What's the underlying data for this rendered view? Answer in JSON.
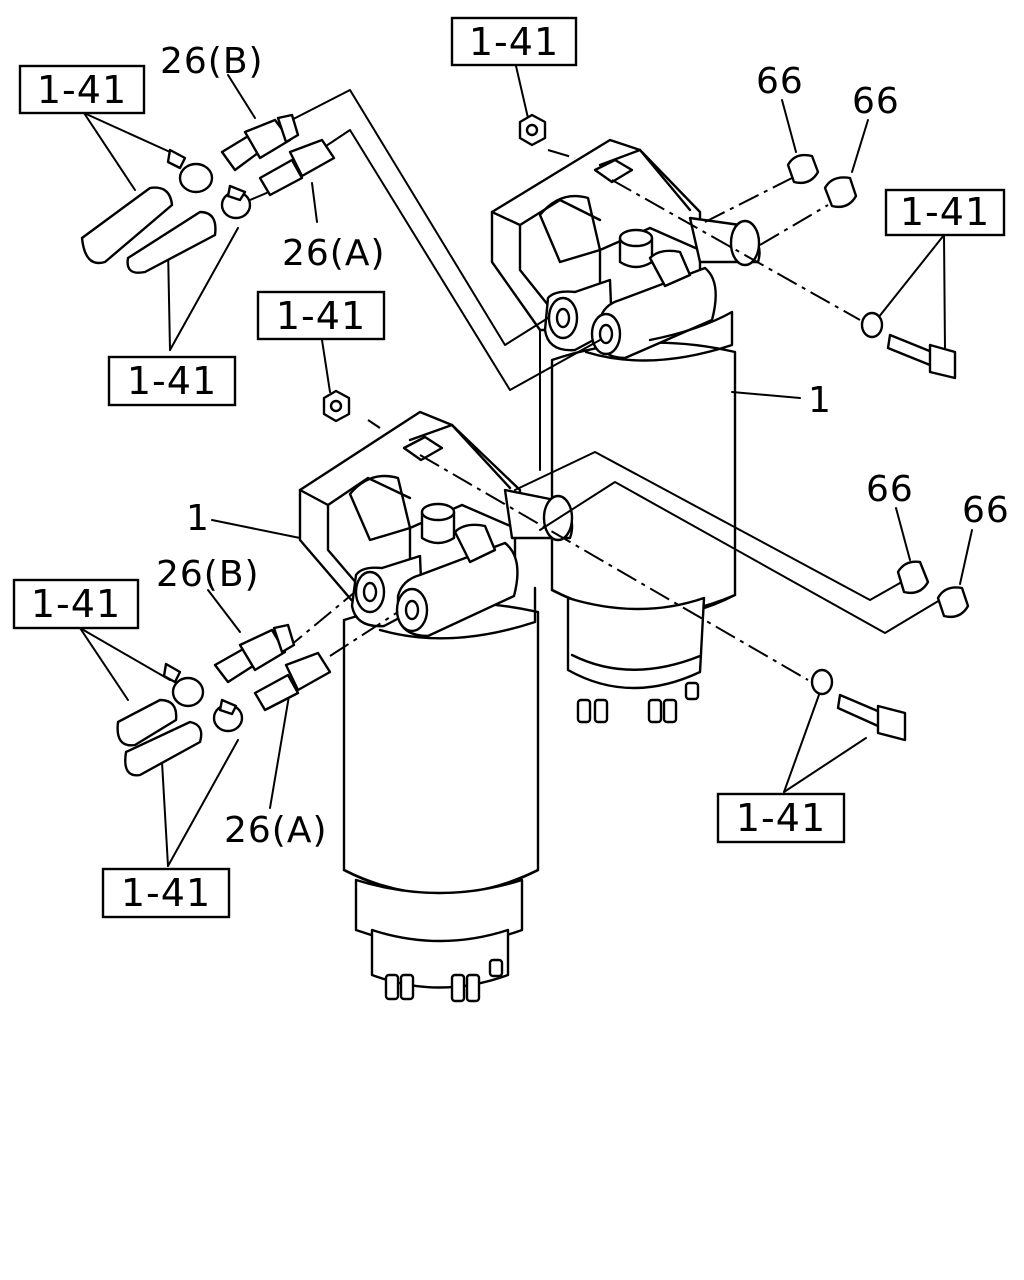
{
  "labels": {
    "ref_1_41": "1-41",
    "part_1": "1",
    "part_26a": "26(A)",
    "part_26b": "26(B)",
    "part_66": "66"
  }
}
